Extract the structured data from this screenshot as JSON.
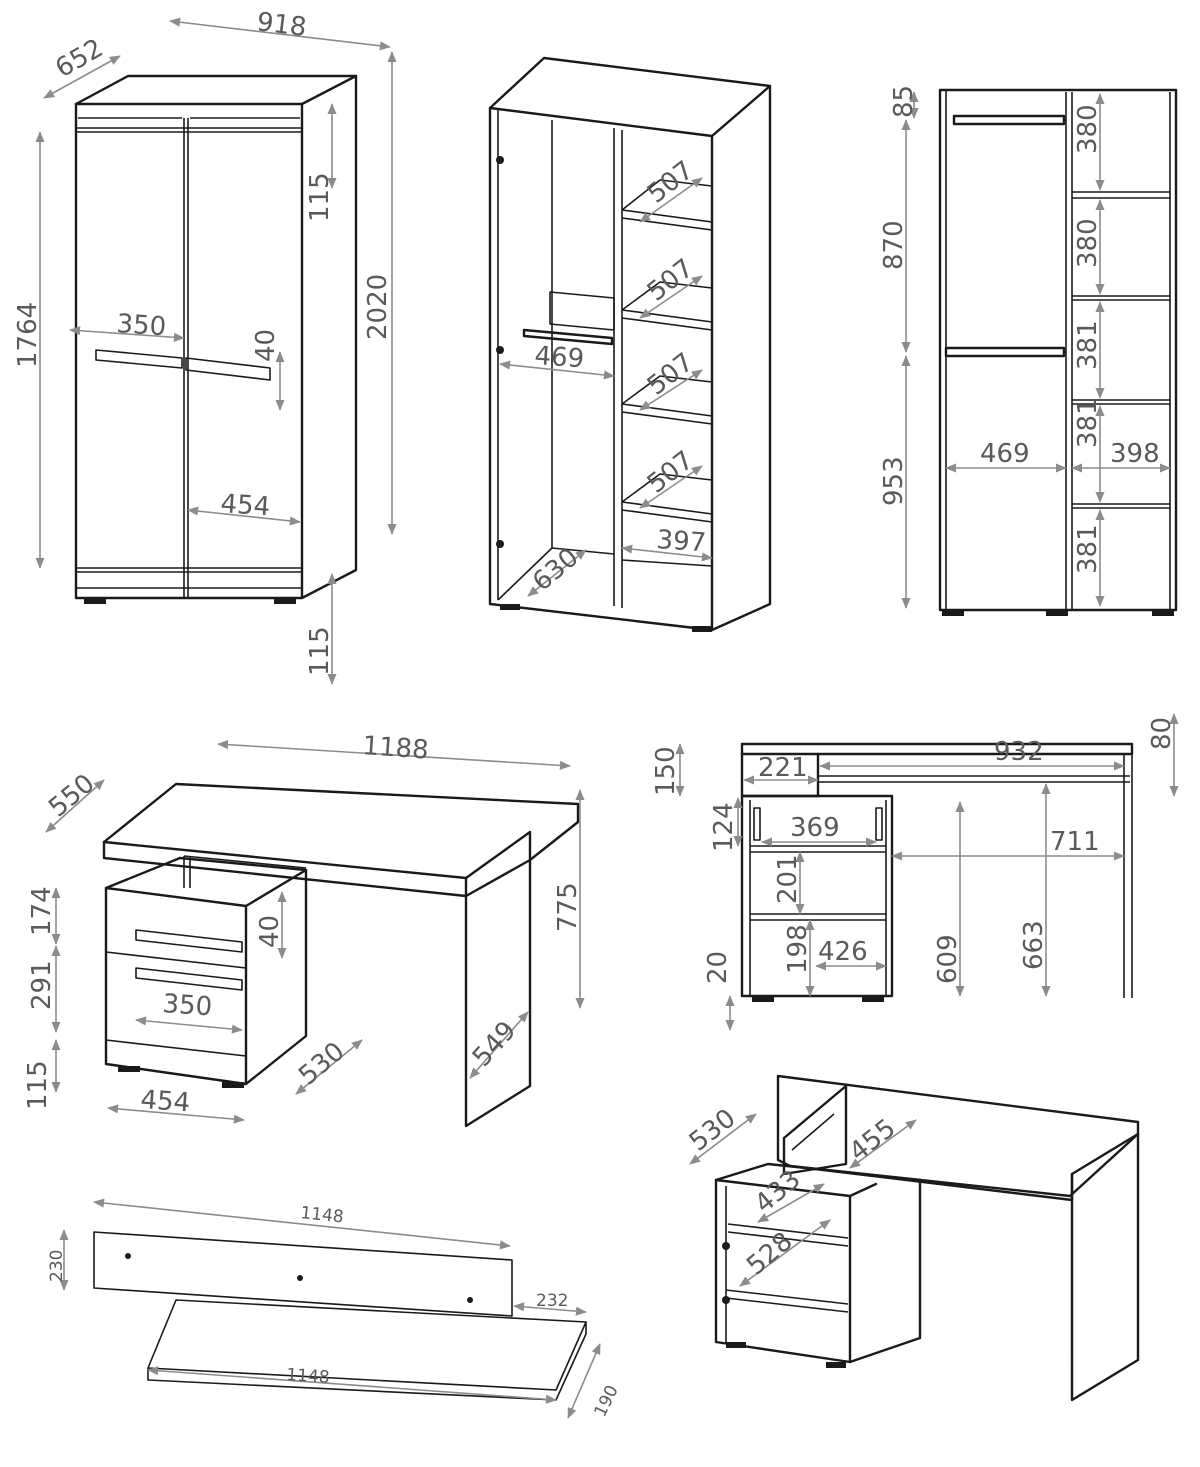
{
  "wardrobe_front": {
    "w": "918",
    "d": "652",
    "h_total": "2020",
    "h_door": "1764",
    "top_band": "115",
    "plinth": "115",
    "handle_len": "350",
    "handle_h": "40",
    "door_w": "454"
  },
  "wardrobe_open": {
    "shelf_1": "507",
    "shelf_2": "507",
    "shelf_3": "507",
    "shelf_4": "507",
    "rail_w": "469",
    "shelf_w": "397",
    "depth": "630"
  },
  "wardrobe_section": {
    "top": "85",
    "upper_hang": "870",
    "lower_hang": "953",
    "comp_1": "380",
    "comp_2": "380",
    "comp_3": "381",
    "comp_4": "381",
    "comp_5": "381",
    "hang_w": "469",
    "shelf_w": "398"
  },
  "desk_front": {
    "w": "1188",
    "d": "550",
    "h": "775",
    "drawer_1": "174",
    "drawer_2": "291",
    "plinth": "115",
    "handle_h": "40",
    "handle_len": "350",
    "ped_w": "454",
    "ped_d": "530",
    "leg_d": "549"
  },
  "desk_section": {
    "top_gap": "150",
    "top_thick": "80",
    "shelf_w": "221",
    "span": "932",
    "drawer_h": "124",
    "inner_w": "369",
    "knee": "711",
    "comp_h": "201",
    "comp2_h": "198",
    "inner_w2": "426",
    "plinth": "20",
    "h_ped": "609",
    "h_leg": "663"
  },
  "shelf_unit": {
    "panel_w": "1148",
    "panel_h": "230",
    "shelf_w": "1148",
    "gap": "232",
    "shelf_d": "190"
  },
  "desk_back": {
    "side_d": "530",
    "top_d": "455",
    "drawer_d": "433",
    "shelf_d": "528"
  }
}
